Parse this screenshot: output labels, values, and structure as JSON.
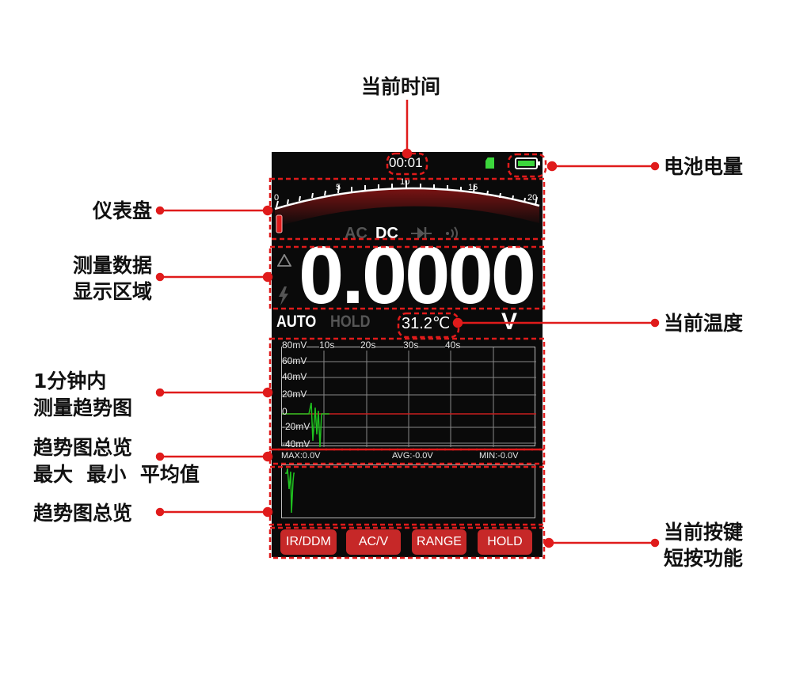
{
  "screen": {
    "time": "00:01",
    "gauge": {
      "ticks": [
        "0",
        "5",
        "10",
        "15",
        "20"
      ]
    },
    "modes": [
      "AC",
      "DC"
    ],
    "main_reading": "0.0000",
    "auto": "AUTO",
    "hold": "HOLD",
    "temperature": "31.2℃",
    "unit": "V",
    "trend": {
      "top_label": "80mV",
      "time_labels": [
        "10s",
        "20s",
        "30s",
        "40s"
      ],
      "y_labels": [
        "60mV",
        "40mV",
        "20mV",
        "0",
        "-20mV",
        "-40mV"
      ]
    },
    "stats": {
      "max": "MAX:0.0V",
      "avg": "AVG:-0.0V",
      "min": "MIN:-0.0V"
    },
    "buttons": [
      "IR/DDM",
      "AC/V",
      "RANGE",
      "HOLD"
    ],
    "colors": {
      "accent_red": "#e01b1b",
      "button_red": "#c62828",
      "trace_green": "#1fc11f",
      "battery_green": "#3cd63c"
    }
  },
  "callouts": {
    "current_time": "当前时间",
    "battery": "电池电量",
    "gauge": "仪表盘",
    "data_area_line1": "测量数据",
    "data_area_line2": "显示区域",
    "temperature": "当前温度",
    "trend_line1": "1分钟内",
    "trend_line2": "测量趋势图",
    "overview_stats_line1": "趋势图总览",
    "overview_stats_line2": "最大  最小  平均值",
    "overview": "趋势图总览",
    "keys_line1": "当前按键",
    "keys_line2": "短按功能"
  }
}
